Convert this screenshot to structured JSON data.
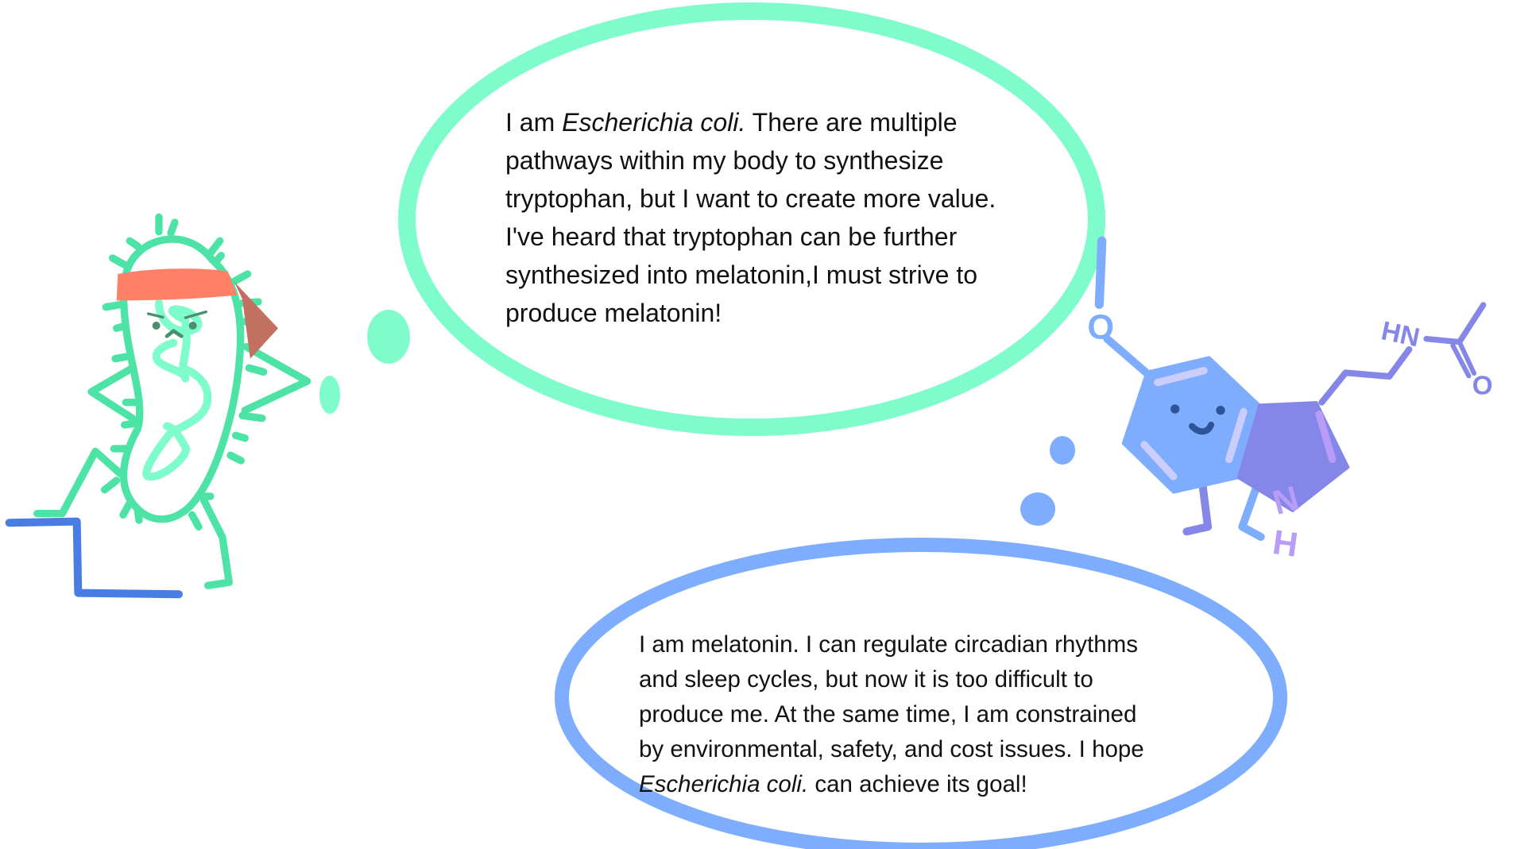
{
  "colors": {
    "ecoli_bubble": "#7ffccb",
    "ecoli_body": "#4ee3a6",
    "headband": "#fe8066",
    "headband_tail": "#c27060",
    "step": "#4a7de3",
    "melatonin_bubble": "#7fadfd",
    "pentagon": "#8487e8",
    "nh_label": "#b89cf7"
  },
  "ecoli_speech": {
    "lines": [
      {
        "pre": "I am ",
        "italic": "Escherichia coli.",
        "post": " There are multiple"
      },
      {
        "pre": "pathways within my body to synthesize"
      },
      {
        "pre": "tryptophan, but I want to create more value."
      },
      {
        "pre": "I've heard that tryptophan can be further"
      },
      {
        "pre": "synthesized into melatonin,I must strive to"
      },
      {
        "pre": "produce melatonin!"
      }
    ]
  },
  "melatonin_speech": {
    "lines": [
      {
        "pre": "I am melatonin. I can regulate circadian rhythms"
      },
      {
        "pre": "and sleep cycles, but now it is too difficult to"
      },
      {
        "pre": "produce me. At the same time, I am constrained"
      },
      {
        "pre": "by environmental, safety, and cost issues. I hope"
      },
      {
        "italic": "Escherichia coli.",
        "post": " can achieve its goal!"
      }
    ]
  },
  "molecule_labels": {
    "methoxy_o": "O",
    "amide_hn": "HN",
    "carbonyl_o": "O",
    "ring_n": "N",
    "ring_h": "H"
  }
}
